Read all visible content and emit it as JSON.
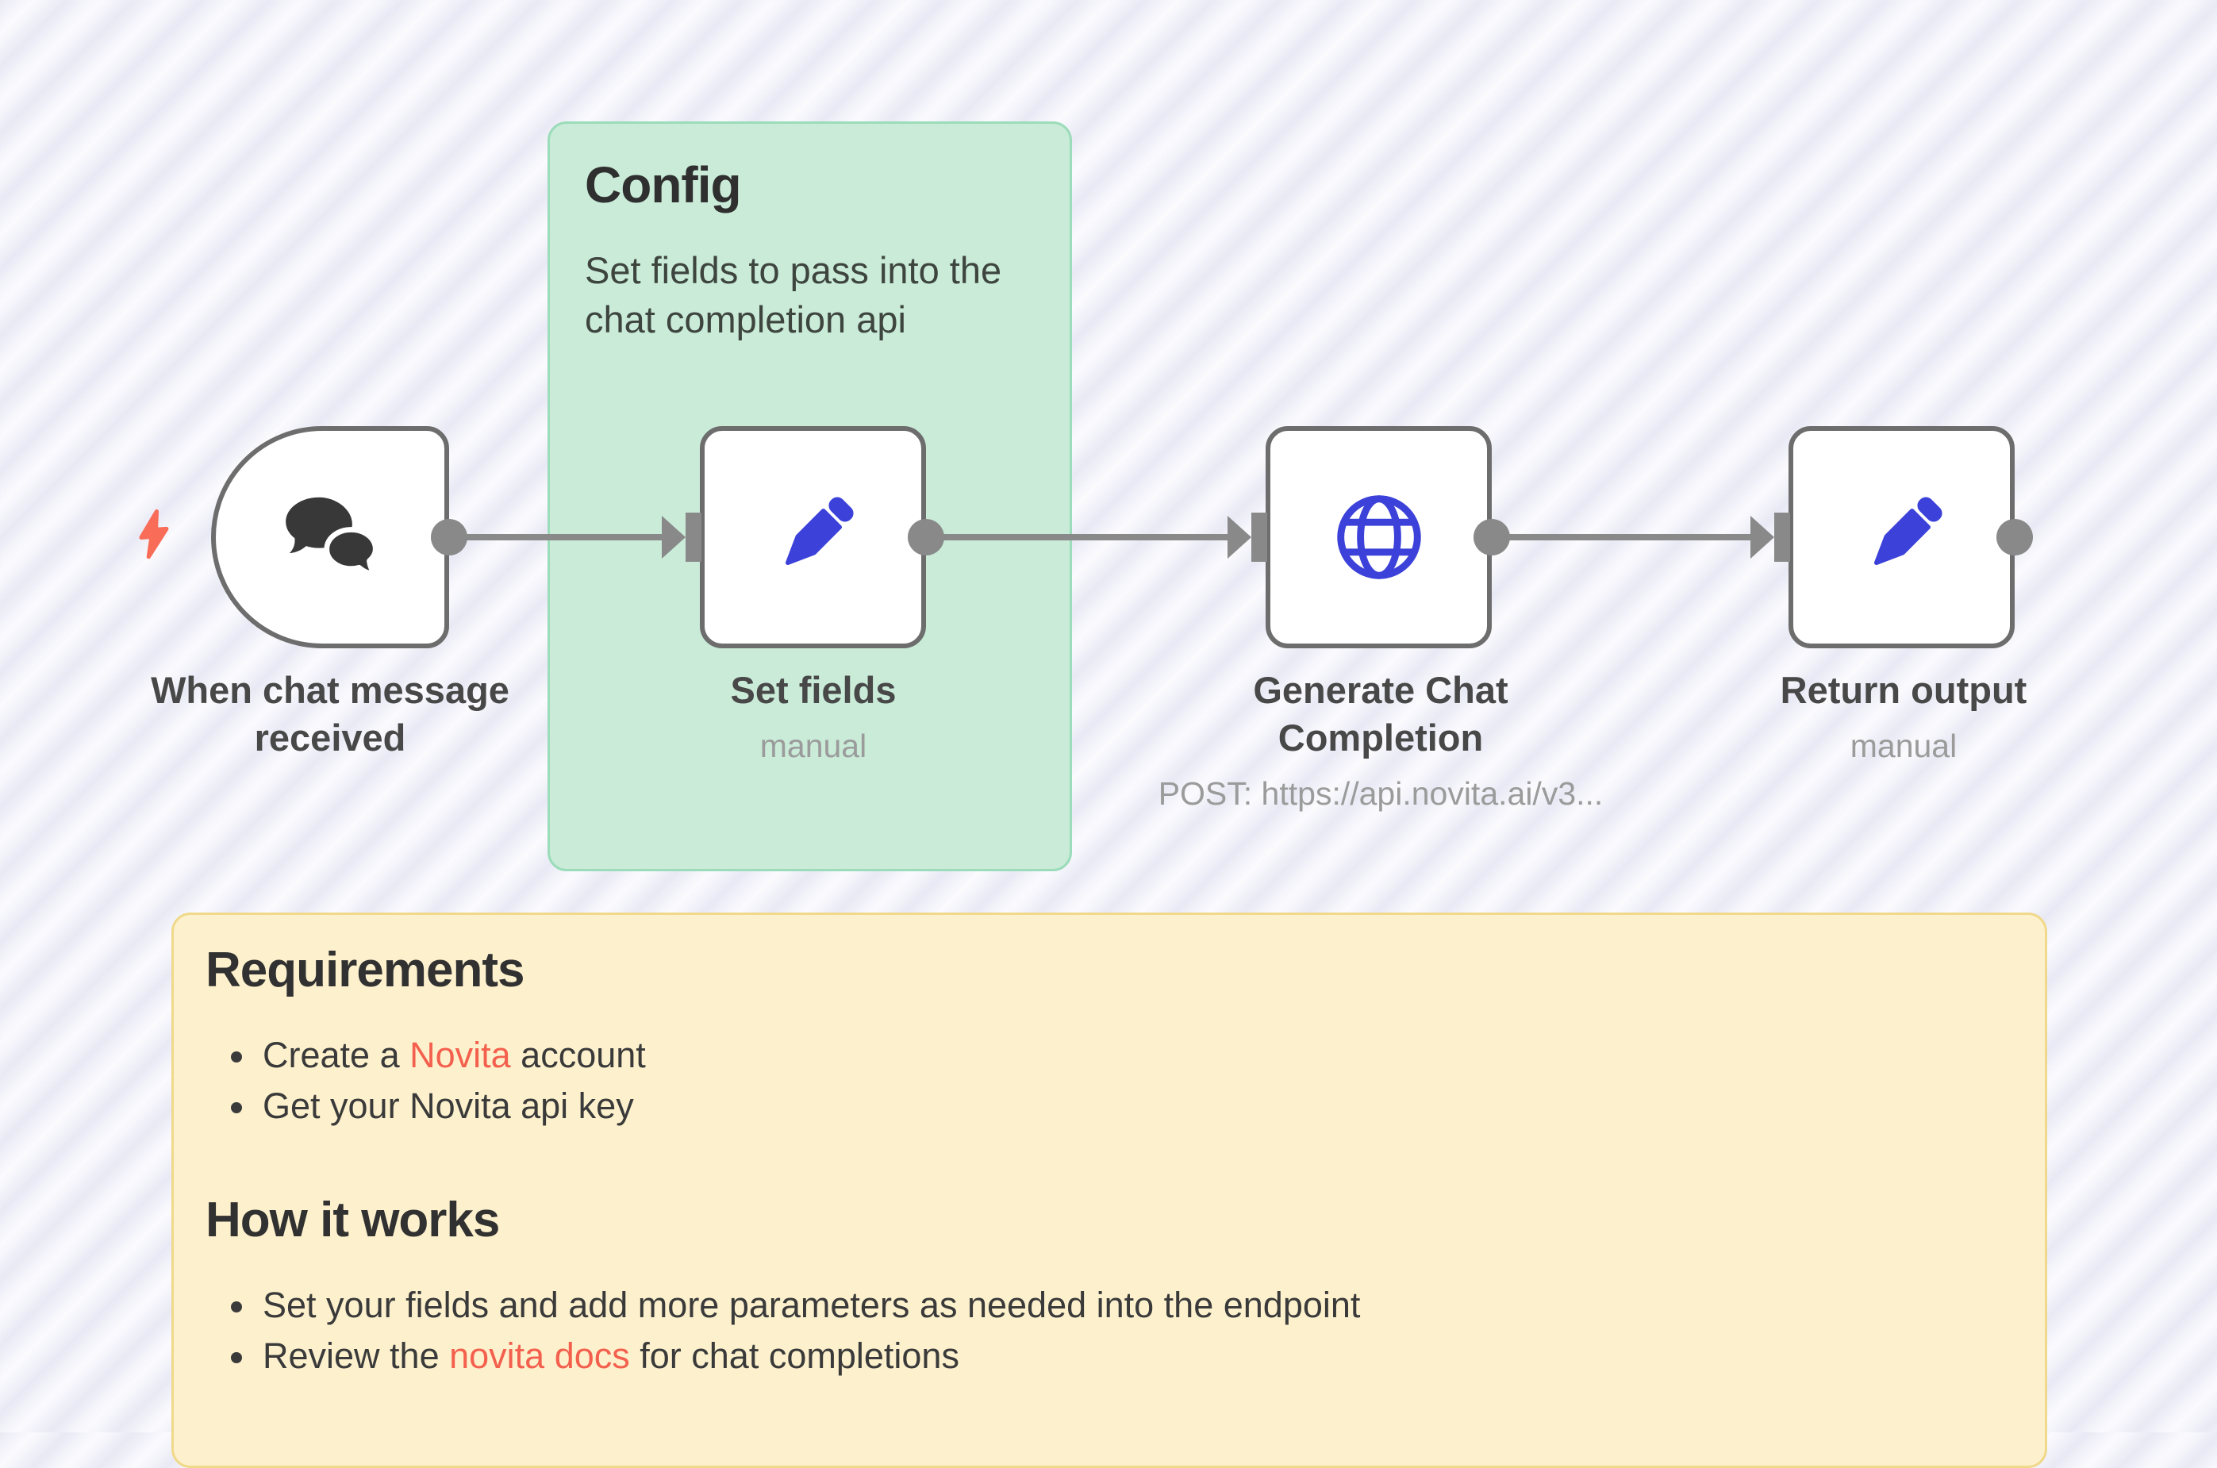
{
  "canvas": {
    "background_stripe_light": "#fbfbfe",
    "background_stripe_dark": "#e9e9f5"
  },
  "colors": {
    "accent_blue": "#3c42d9",
    "coral": "#f4604e",
    "node_border": "#6d6d6d",
    "port_gray": "#898989",
    "icon_dark": "#383838",
    "sticky_green_bg": "#c9ebd8",
    "sticky_green_border": "#9bdcba",
    "sticky_yellow_bg": "#fdf1cd",
    "sticky_yellow_border": "#f0d98a"
  },
  "notes": {
    "config": {
      "title": "Config",
      "body": "Set fields to pass into the chat completion api"
    },
    "info": {
      "requirements_title": "Requirements",
      "requirements_items": [
        {
          "pre": "Create a ",
          "link": "Novita",
          "post": " account"
        },
        {
          "pre": "Get your Novita api key",
          "link": "",
          "post": ""
        }
      ],
      "how_title": "How it works",
      "how_items": [
        {
          "pre": "Set your fields and add more parameters as needed into the endpoint",
          "link": "",
          "post": ""
        },
        {
          "pre": "Review the ",
          "link": "novita docs",
          "post": " for chat completions"
        }
      ]
    }
  },
  "nodes": [
    {
      "id": "when-chat-message-received",
      "label": "When chat message received",
      "subtitle": "",
      "icon": "chat-bubbles-icon",
      "trigger": true
    },
    {
      "id": "set-fields",
      "label": "Set fields",
      "subtitle": "manual",
      "icon": "pencil-icon",
      "trigger": false
    },
    {
      "id": "generate-chat-completion",
      "label": "Generate Chat Completion",
      "subtitle": "POST: https://api.novita.ai/v3...",
      "icon": "globe-icon",
      "trigger": false
    },
    {
      "id": "return-output",
      "label": "Return output",
      "subtitle": "manual",
      "icon": "pencil-icon",
      "trigger": false
    }
  ]
}
